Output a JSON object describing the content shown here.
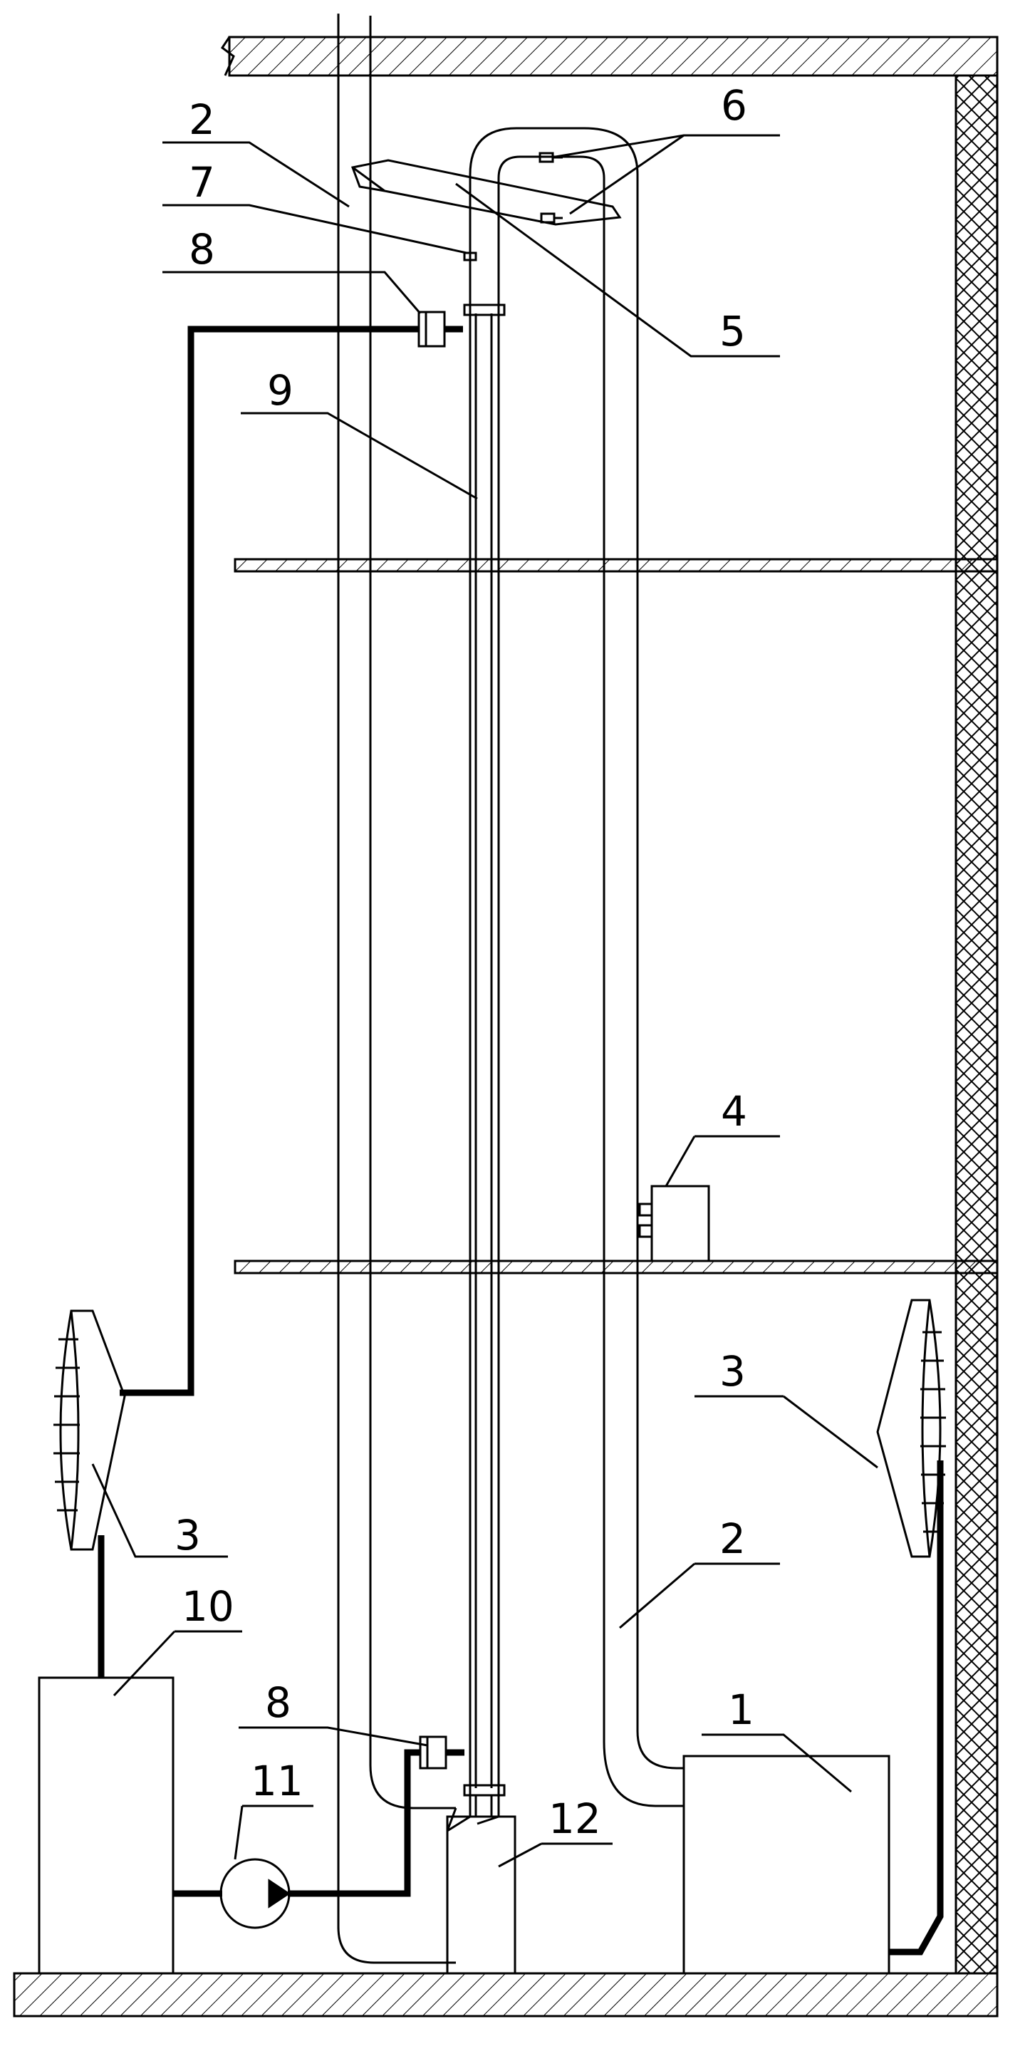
{
  "labels": {
    "l1": "1",
    "l2_top": "2",
    "l2_right": "2",
    "l3_left": "3",
    "l3_right": "3",
    "l4": "4",
    "l5": "5",
    "l6": "6",
    "l7": "7",
    "l8_top": "8",
    "l8_bottom": "8",
    "l9": "9",
    "l10": "10",
    "l11": "11",
    "l12": "12"
  },
  "colors": {
    "line": "#000000",
    "background": "#ffffff"
  }
}
